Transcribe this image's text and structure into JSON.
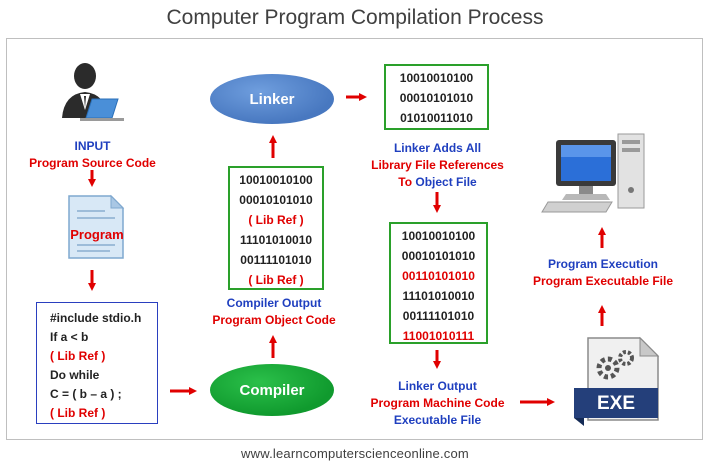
{
  "title": "Computer Program Compilation Process",
  "footer": "www.learncomputerscienceonline.com",
  "input": {
    "line1": "INPUT",
    "line2": "Program Source Code"
  },
  "program_doc_label": "Program",
  "source_code": {
    "lines": [
      {
        "text": "#include stdio.h",
        "red": false
      },
      {
        "text": "If a < b",
        "red": false
      },
      {
        "text": "( Lib Ref )",
        "red": true
      },
      {
        "text": "Do  while",
        "red": false
      },
      {
        "text": "C = ( b – a ) ;",
        "red": false
      },
      {
        "text": "( Lib Ref )",
        "red": true
      }
    ]
  },
  "compiler_label": "Compiler",
  "linker_label": "Linker",
  "compiler_output_box": {
    "lines": [
      {
        "text": "10010010100",
        "red": false
      },
      {
        "text": "00010101010",
        "red": false
      },
      {
        "text": "( Lib Ref )",
        "red": true
      },
      {
        "text": "11101010010",
        "red": false
      },
      {
        "text": "00111101010",
        "red": false
      },
      {
        "text": "( Lib Ref )",
        "red": true
      }
    ]
  },
  "compiler_output_caption": {
    "line1": "Compiler  Output",
    "line2": "Program Object Code"
  },
  "linker_box": {
    "lines": [
      {
        "text": "10010010100",
        "red": false
      },
      {
        "text": "00010101010",
        "red": false
      },
      {
        "text": "01010011010",
        "red": false
      }
    ]
  },
  "linker_caption": {
    "line1": "Linker  Adds  All",
    "line2": "Library  File  References",
    "line3a": "To",
    "line3b": "Object File"
  },
  "linker_output_box": {
    "lines": [
      {
        "text": "10010010100",
        "red": false
      },
      {
        "text": "00010101010",
        "red": false
      },
      {
        "text": "00110101010",
        "red": true
      },
      {
        "text": "11101010010",
        "red": false
      },
      {
        "text": "00111101010",
        "red": false
      },
      {
        "text": "11001010111",
        "red": true
      }
    ]
  },
  "linker_output_caption": {
    "line1": "Linker  Output",
    "line2": "Program  Machine Code",
    "line3": "Executable  File"
  },
  "execution_caption": {
    "line1": "Program  Execution",
    "line2": "Program Executable File"
  },
  "exe_label": "EXE",
  "colors": {
    "blue_text": "#1f3fbf",
    "red_text": "#e00000",
    "green_border": "#2aa02a",
    "arrow": "#e00000"
  }
}
